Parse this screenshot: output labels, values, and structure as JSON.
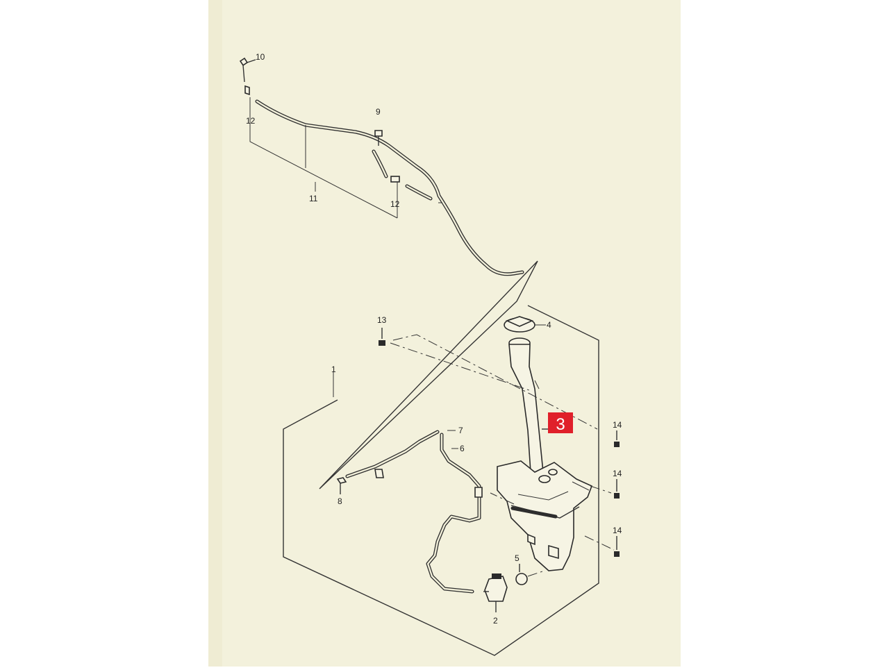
{
  "diagram": {
    "colors": {
      "paper": "#f3f1dc",
      "ink": "#2a2a2a",
      "highlight": "#e0202a",
      "highlight_text": "#ffffff"
    },
    "callouts": {
      "c1": "1",
      "c2": "2",
      "c3": "3",
      "c4": "4",
      "c5": "5",
      "c6": "6",
      "c7": "7",
      "c8": "8",
      "c9": "9",
      "c10": "10",
      "c11": "11",
      "c12a": "12",
      "c12b": "12",
      "c13": "13",
      "c14a": "14",
      "c14b": "14",
      "c14c": "14"
    },
    "highlighted_callout": "3"
  }
}
